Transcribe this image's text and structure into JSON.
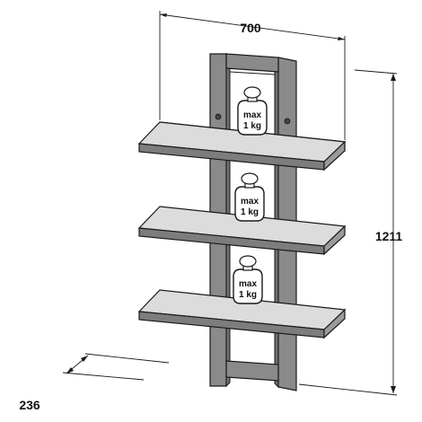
{
  "dimensions": {
    "width": "700",
    "height": "1211",
    "depth": "236"
  },
  "weights": [
    {
      "line1": "max",
      "line2": "1 kg"
    },
    {
      "line1": "max",
      "line2": "1 kg"
    },
    {
      "line1": "max",
      "line2": "1 kg"
    }
  ],
  "colors": {
    "frame": "#8a8a8a",
    "shelf_top": "#dcdcdc",
    "shelf_front": "#7d7d7d",
    "outline": "#1a1a1a"
  }
}
